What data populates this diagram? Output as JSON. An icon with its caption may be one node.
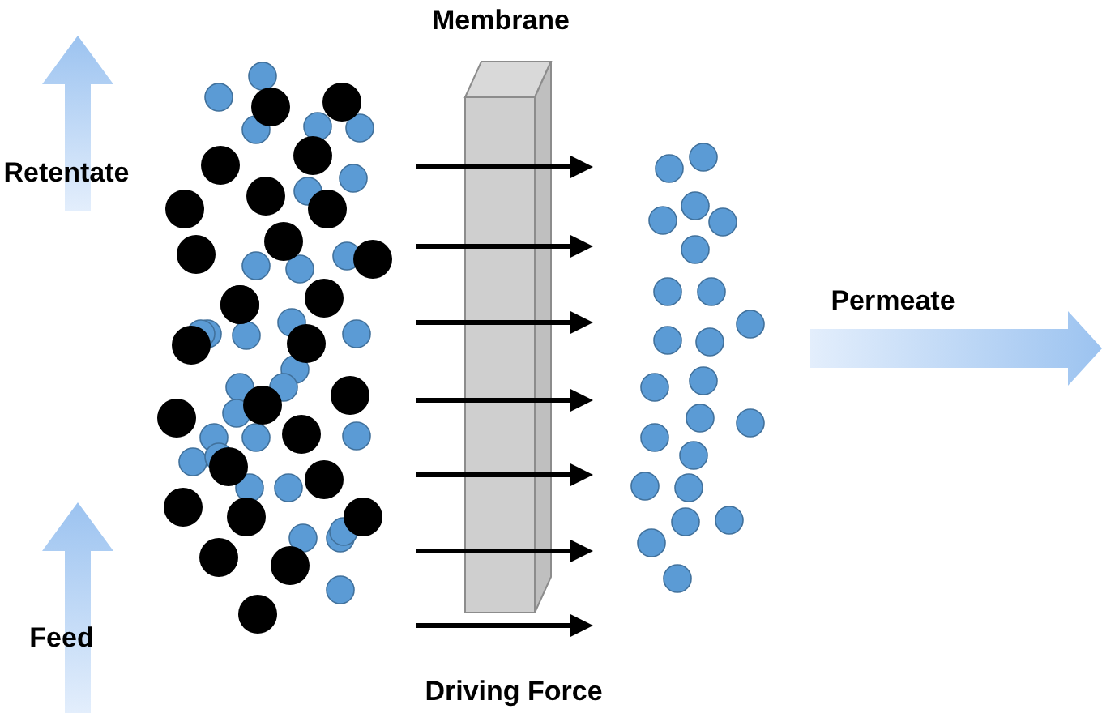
{
  "diagram": {
    "labels": [
      "Membrane",
      "Retentate",
      "Permeate",
      "Feed",
      "Driving Force"
    ]
  }
}
